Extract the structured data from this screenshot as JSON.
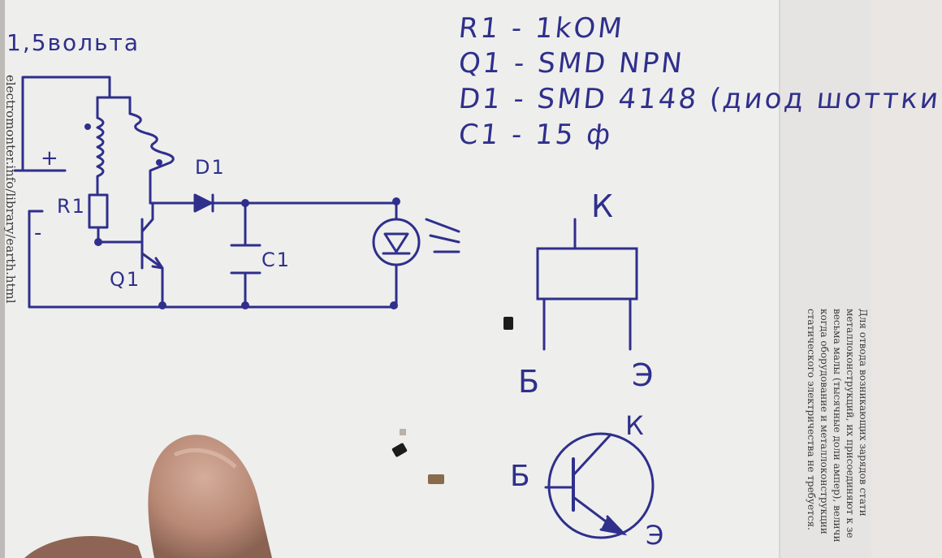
{
  "title_voltage": "1,5вольта",
  "polarity": {
    "plus": "+",
    "minus": "-"
  },
  "components": {
    "resistor": "R1",
    "diode": "D1",
    "capacitor": "C1",
    "transistor": "Q1"
  },
  "parts_list": [
    {
      "text": "R1 - 1kOM"
    },
    {
      "text": "Q1 - SMD NPN"
    },
    {
      "text": "D1 - SMD 4148 (диод шоттки"
    },
    {
      "text": "C1 - 15 ф"
    }
  ],
  "pinout": {
    "collector": "К",
    "base": "Б",
    "emitter": "Э"
  },
  "symbol": {
    "collector": "К",
    "base": "Б",
    "emitter": "Э"
  },
  "background_text": {
    "url": "electromonter.info/library/earth.html",
    "book_lines": [
      "Для отвода возникающих зарядов стати",
      "металлоконструкций, их присоединяют к зе",
      "весьма малы (тысячные доли ампер), величи",
      "когда оборудование и металлоконструкции",
      "статического электричества не требуется."
    ]
  },
  "colors": {
    "ink": "#2f2f8c",
    "paper": "#ecebea",
    "skin": "#c49a86"
  }
}
